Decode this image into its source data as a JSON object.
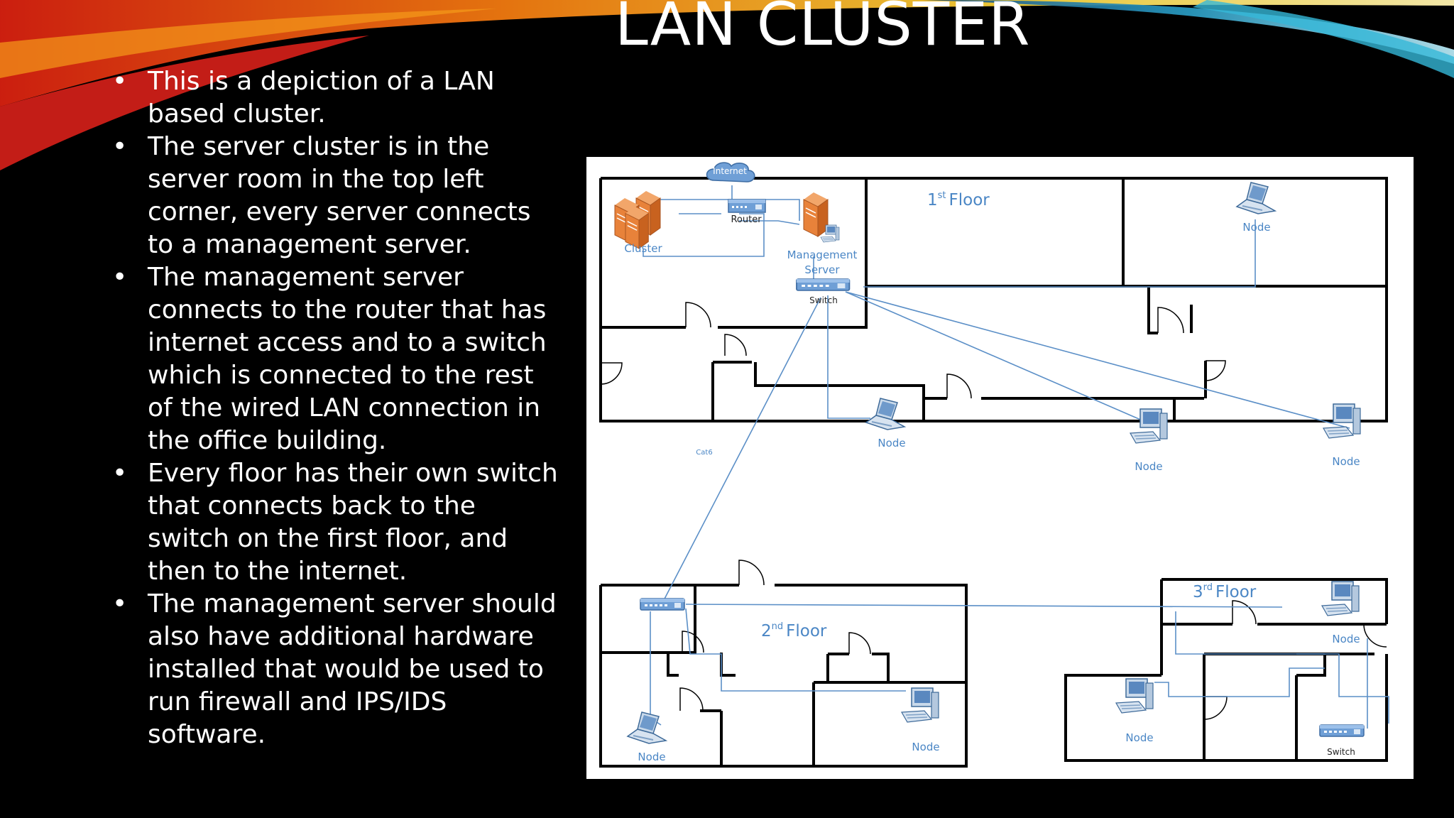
{
  "slide": {
    "title": "LAN CLUSTER",
    "bullets": [
      "This is a depiction of a LAN based cluster.",
      "The server cluster is in the server room in the top left corner, every server connects to a management server.",
      "The management server connects to the router that has internet access and to a switch which is connected to the rest of the wired LAN connection in the office building.",
      "Every floor has their own switch that connects back to the switch on the first floor, and then to the internet.",
      "The management server should also have additional hardware installed that would be used to run firewall and IPS/IDS software."
    ]
  },
  "diagram": {
    "floors": {
      "first": {
        "number": "1",
        "suffix": "st",
        "word": "Floor"
      },
      "second": {
        "number": "2",
        "suffix": "nd",
        "word": "Floor"
      },
      "third": {
        "number": "3",
        "suffix": "rd",
        "word": "Floor"
      }
    },
    "labels": {
      "internet": "Internet",
      "router": "Router",
      "cluster": "Cluster",
      "management_line1": "Management",
      "management_line2": "Server",
      "switch": "Switch",
      "cable": "Cat6",
      "node": "Node"
    },
    "colors": {
      "wire": "#5b8fc7",
      "label": "#4a86c5",
      "wall": "#000000",
      "server": "#e8823a"
    }
  }
}
